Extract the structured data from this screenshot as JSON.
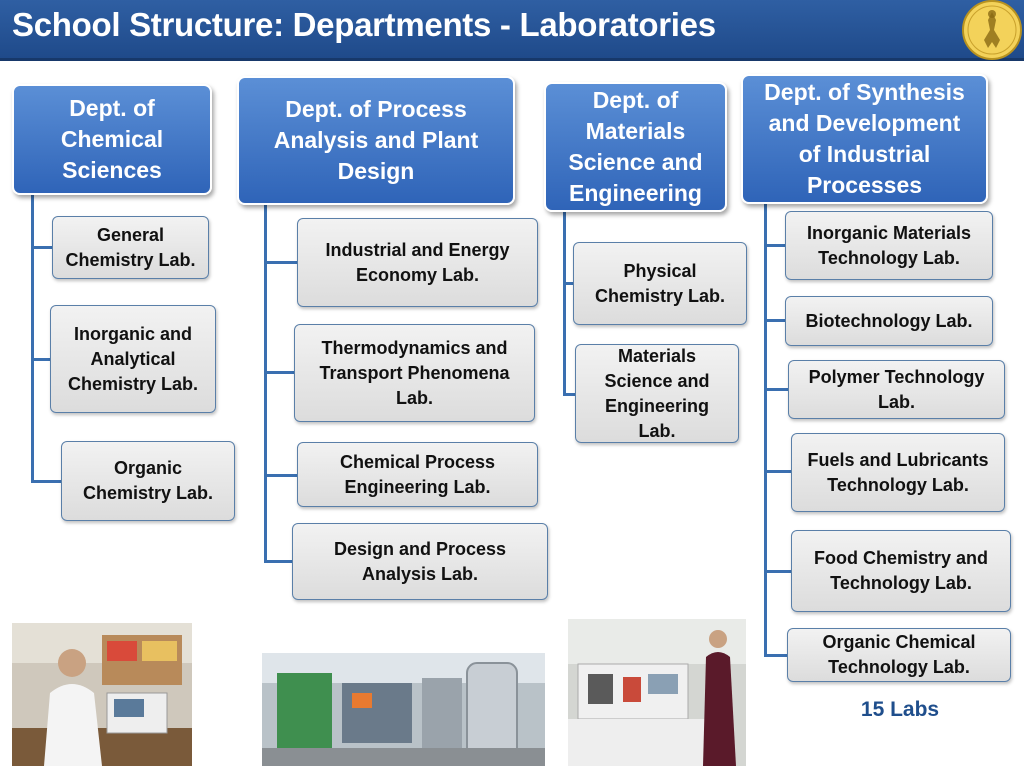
{
  "header": {
    "title": "School Structure: Departments - Laboratories"
  },
  "departments": [
    {
      "name": "Dept. of\nChemical\nSciences",
      "labs": [
        "General\nChemistry Lab.",
        "Inorganic and\nAnalytical\nChemistry Lab.",
        "Organic\nChemistry Lab."
      ]
    },
    {
      "name": "Dept. of Process\nAnalysis and Plant\nDesign",
      "labs": [
        "Industrial and Energy\nEconomy Lab.",
        "Thermodynamics and\nTransport Phenomena\nLab.",
        "Chemical Process\nEngineering Lab.",
        "Design and Process\nAnalysis Lab."
      ]
    },
    {
      "name": "Dept. of\nMaterials\nScience and\nEngineering",
      "labs": [
        "Physical\nChemistry Lab.",
        "Materials\nScience and\nEngineering\nLab."
      ]
    },
    {
      "name": "Dept. of Synthesis\nand Development\nof Industrial\nProcesses",
      "labs": [
        "Inorganic Materials\nTechnology Lab.",
        "Biotechnology Lab.",
        "Polymer Technology\nLab.",
        "Fuels and Lubricants\nTechnology Lab.",
        "Food Chemistry and\nTechnology Lab.",
        "Organic Chemical\nTechnology Lab."
      ]
    }
  ],
  "summary": {
    "lab_count": "15 Labs"
  },
  "colors": {
    "title_bar": "#2f5fa3",
    "department_box": "#3f74c4",
    "lab_box": "#e6e6e6",
    "connector": "#3a6fb0",
    "count_text": "#1f4e8c"
  },
  "icons": [
    "university-seal-icon"
  ]
}
